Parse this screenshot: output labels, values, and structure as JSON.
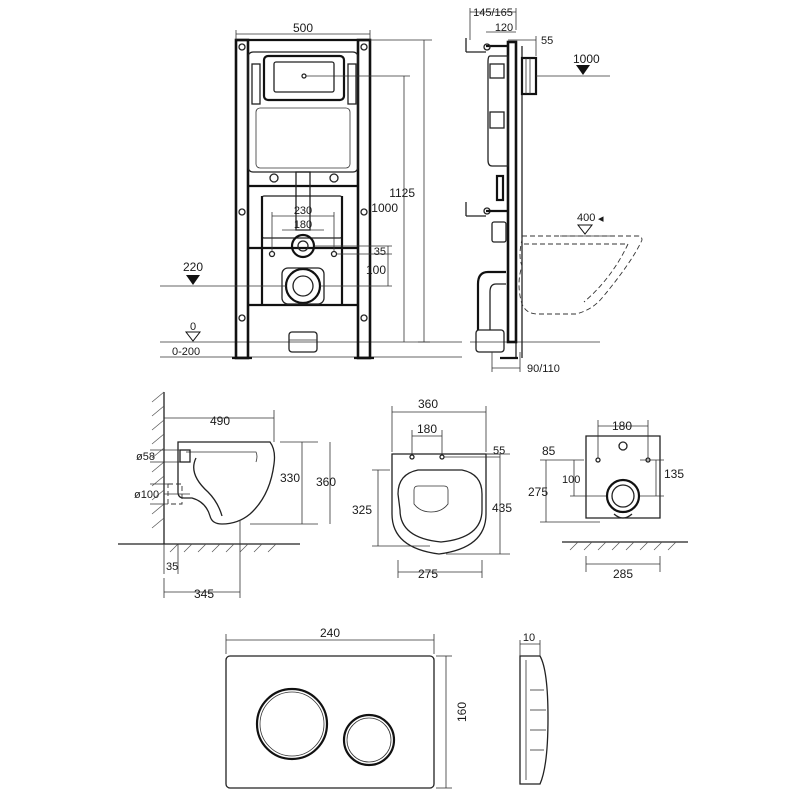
{
  "frame_front": {
    "width": "500",
    "height_total": "1125",
    "height_1000": "1000",
    "d_230": "230",
    "d_180": "180",
    "d_35": "35",
    "d_100": "100",
    "level_220": "220",
    "level_0": "0",
    "level_range": "0-200"
  },
  "frame_side": {
    "d_145_165": "145/165",
    "d_120": "120",
    "d_55": "55",
    "level_1000": "1000",
    "level_400": "400",
    "d_90_110": "90/110"
  },
  "bowl_side": {
    "d_490": "490",
    "d_58": "ø58",
    "d_100": "ø100",
    "d_330": "330",
    "d_360": "360",
    "d_35": "35",
    "d_345": "345"
  },
  "bowl_top": {
    "d_360": "360",
    "d_180": "180",
    "d_55": "55",
    "d_325": "325",
    "d_435": "435",
    "d_275": "275"
  },
  "bowl_back": {
    "d_180": "180",
    "d_85": "85",
    "d_275": "275",
    "d_100": "100",
    "d_135": "135",
    "d_285": "285"
  },
  "plate": {
    "d_240": "240",
    "d_160": "160",
    "d_10": "10"
  }
}
